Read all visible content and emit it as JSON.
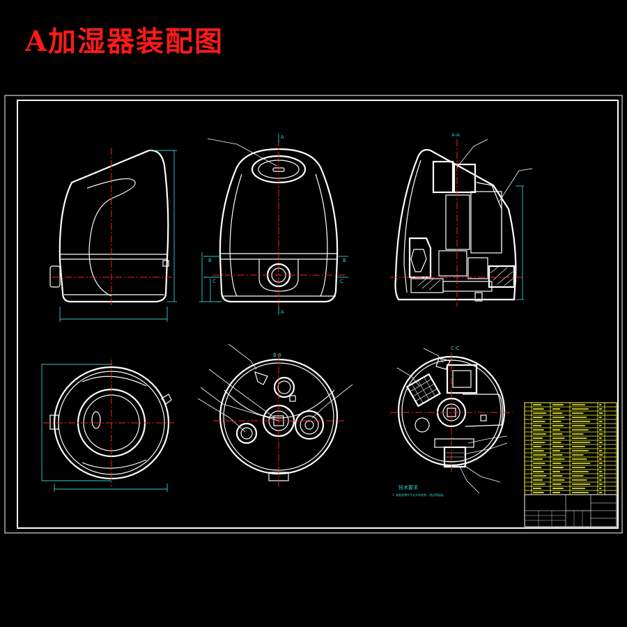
{
  "title": "A加湿器装配图",
  "section_labels": {
    "top_view_section": "B-B",
    "bottom_right_section": "C-C",
    "side_section": "A-A",
    "cut_a": "A",
    "cut_b": "B",
    "cut_c": "C"
  },
  "notes": {
    "heading": "技术要求",
    "line1": "1. 装配前零件不允许有毛刺、锐边等缺陷。"
  },
  "colors": {
    "background": "#000000",
    "title": "#ff1a1a",
    "outline": "#ffffff",
    "centerline": "#ff2020",
    "dimension": "#33cccc",
    "table": "#ffff33"
  }
}
